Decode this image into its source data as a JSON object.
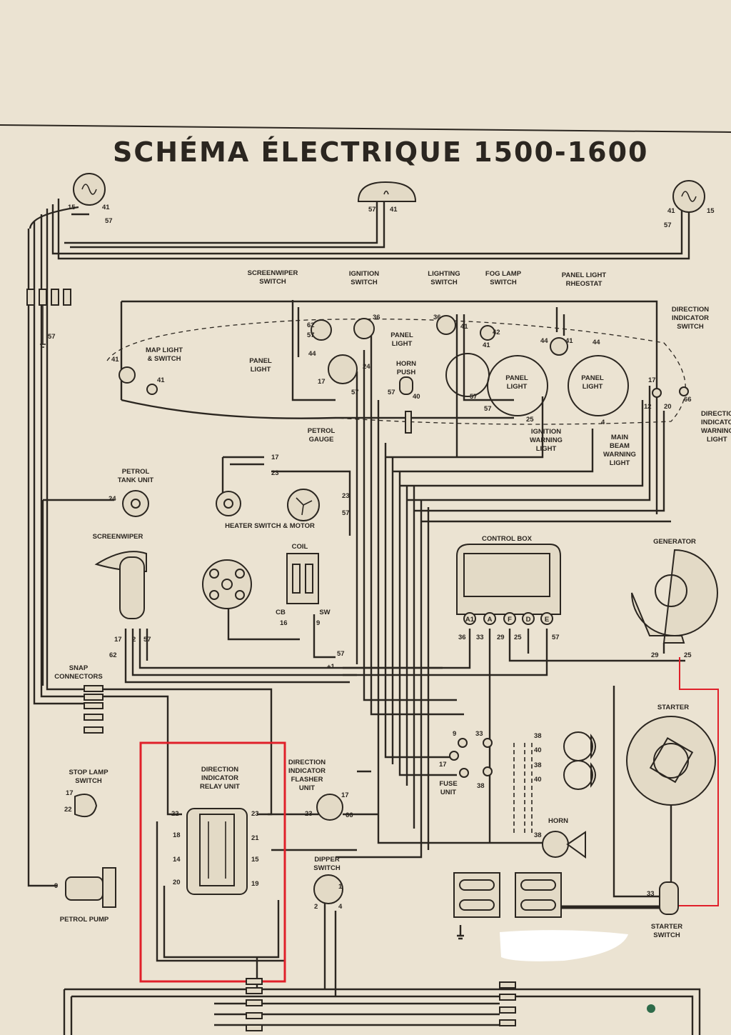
{
  "title": "SCHÉMA ÉLECTRIQUE 1500-1600",
  "colors": {
    "paper": "#ebe3d2",
    "ink": "#2b2620",
    "highlight": "#e0202a"
  },
  "labels": {
    "screenwiper_switch": [
      "SCREENWIPER",
      "SWITCH"
    ],
    "ignition_switch": [
      "IGNITION",
      "SWITCH"
    ],
    "lighting_switch": [
      "LIGHTING",
      "SWITCH"
    ],
    "fog_lamp_switch": [
      "FOG LAMP",
      "SWITCH"
    ],
    "panel_light_rheostat": [
      "PANEL LIGHT",
      "RHEOSTAT"
    ],
    "direction_indicator_switch": [
      "DIRECTION",
      "INDICATOR",
      "SWITCH"
    ],
    "map_light_switch": [
      "MAP LIGHT",
      "& SWITCH"
    ],
    "panel_light_left": [
      "PANEL",
      "LIGHT"
    ],
    "panel_light_mid": [
      "PANEL",
      "LIGHT"
    ],
    "horn_push": [
      "HORN",
      "PUSH"
    ],
    "panel_light_c1": [
      "PANEL",
      "LIGHT"
    ],
    "panel_light_c2": [
      "PANEL",
      "LIGHT"
    ],
    "petrol_gauge": [
      "PETROL",
      "GAUGE"
    ],
    "ignition_warning_light": [
      "IGNITION",
      "WARNING",
      "LIGHT"
    ],
    "main_beam_warning_light": [
      "MAIN",
      "BEAM",
      "WARNING",
      "LIGHT"
    ],
    "direction_indicator_warning_light": [
      "DIRECTION",
      "INDICATOR",
      "WARNING",
      "LIGHT"
    ],
    "petrol_tank_unit": [
      "PETROL",
      "TANK UNIT"
    ],
    "heater_switch_motor": [
      "HEATER SWITCH & MOTOR"
    ],
    "screenwiper": [
      "SCREENWIPER"
    ],
    "coil": [
      "COIL"
    ],
    "control_box": [
      "CONTROL BOX"
    ],
    "generator": [
      "GENERATOR"
    ],
    "snap_connectors": [
      "SNAP",
      "CONNECTORS"
    ],
    "starter": [
      "STARTER"
    ],
    "stop_lamp_switch": [
      "STOP LAMP",
      "SWITCH"
    ],
    "direction_indicator_relay_unit": [
      "DIRECTION",
      "INDICATOR",
      "RELAY UNIT"
    ],
    "direction_indicator_flasher_unit": [
      "DIRECTION",
      "INDICATOR",
      "FLASHER",
      "UNIT"
    ],
    "fuse_unit": [
      "FUSE",
      "UNIT"
    ],
    "horn": [
      "HORN"
    ],
    "dipper_switch": [
      "DIPPER",
      "SWITCH"
    ],
    "petrol_pump": [
      "PETROL PUMP"
    ],
    "starter_switch": [
      "STARTER",
      "SWITCH"
    ]
  },
  "control_box_terminals": [
    "A1",
    "A",
    "F",
    "D",
    "E"
  ],
  "coil_terminals": [
    "CB",
    "SW"
  ],
  "wire_numbers": {
    "hl_left": [
      "15",
      "41",
      "57"
    ],
    "hl_right": [
      "41",
      "15",
      "57"
    ],
    "top_lamp": [
      "57",
      "41"
    ],
    "screenwiper_sw": [
      "62",
      "57"
    ],
    "ignition_sw": [
      "36"
    ],
    "lighting_sw": [
      "36",
      "41"
    ],
    "fog_sw": [
      "41",
      "42"
    ],
    "rheostat": [
      "44",
      "41",
      "44"
    ],
    "map_light": [
      "41",
      "41"
    ],
    "panel_light": [
      "44"
    ],
    "ignition_cluster": [
      "24",
      "17",
      "57",
      "57",
      "40"
    ],
    "ign_warning": [
      "57",
      "57",
      "25",
      "4"
    ],
    "dir_sw": [
      "17",
      "12",
      "20",
      "66"
    ],
    "heater": [
      "17",
      "23",
      "23",
      "57"
    ],
    "petrol_tank": [
      "24"
    ],
    "screenwiper_motor": [
      "17",
      "2",
      "57",
      "62"
    ],
    "coil": [
      "16",
      "9"
    ],
    "control_box": [
      "36",
      "33",
      "29",
      "25",
      "57"
    ],
    "generator": [
      "29",
      "25"
    ],
    "junction": [
      "57",
      "+1"
    ],
    "stop_lamp": [
      "17",
      "22"
    ],
    "relay": [
      "22",
      "23",
      "18",
      "21",
      "14",
      "15",
      "20",
      "19"
    ],
    "flasher": [
      "17",
      "23",
      "66"
    ],
    "fuse": [
      "9",
      "33",
      "17",
      "38"
    ],
    "horns": [
      "38",
      "40",
      "38",
      "40",
      "38"
    ],
    "dipper": [
      "1",
      "2",
      "4"
    ],
    "petrol_pump": [
      "9"
    ],
    "starter_sw": [
      "33"
    ],
    "left_fuse_tag": [
      "57"
    ]
  }
}
